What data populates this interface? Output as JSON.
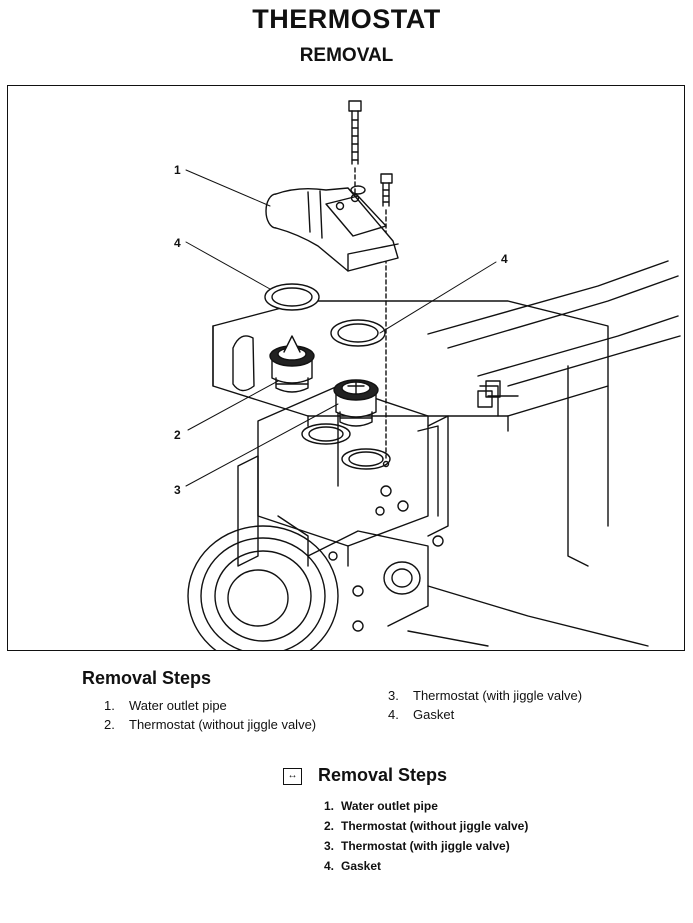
{
  "header": {
    "title": "THERMOSTAT",
    "subtitle": "REMOVAL"
  },
  "figure": {
    "callouts": [
      "1",
      "4",
      "4",
      "2",
      "3"
    ]
  },
  "removal_steps": {
    "heading": "Removal Steps",
    "items": [
      {
        "num": "1.",
        "text": "Water outlet pipe"
      },
      {
        "num": "2.",
        "text": "Thermostat (without jiggle valve)"
      },
      {
        "num": "3.",
        "text": "Thermostat (with jiggle valve)"
      },
      {
        "num": "4.",
        "text": "Gasket"
      }
    ]
  },
  "installation_steps": {
    "icon": "arrows-icon",
    "icon_glyph": "↔",
    "heading": "Removal Steps",
    "items": [
      {
        "num": "1.",
        "text": "Water outlet pipe"
      },
      {
        "num": "2.",
        "text": "Thermostat (without jiggle valve)"
      },
      {
        "num": "3.",
        "text": "Thermostat (with jiggle valve)"
      },
      {
        "num": "4.",
        "text": "Gasket"
      }
    ]
  }
}
